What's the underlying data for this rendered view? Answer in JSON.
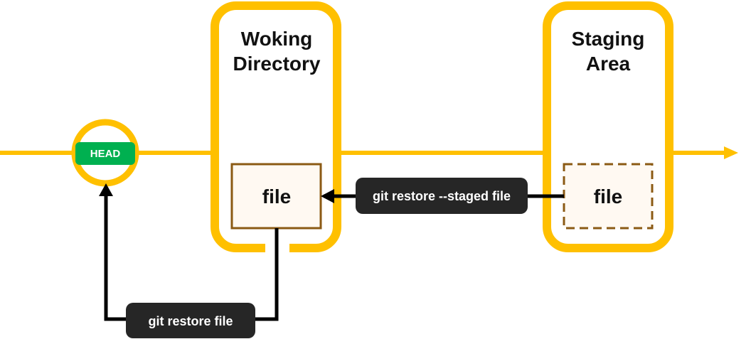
{
  "head": {
    "label": "HEAD"
  },
  "working_directory": {
    "title_line1": "Woking",
    "title_line2": "Directory",
    "file_label": "file"
  },
  "staging_area": {
    "title_line1": "Staging",
    "title_line2": "Area",
    "file_label": "file"
  },
  "commands": {
    "restore_staged": "git restore --staged file",
    "restore_file": "git restore file"
  },
  "colors": {
    "timeline": "#FFC000",
    "head_badge": "#00B050",
    "file_border": "#8B5A14",
    "file_fill": "#FFF9F2",
    "command_bg": "#262626",
    "arrow": "#000000"
  }
}
